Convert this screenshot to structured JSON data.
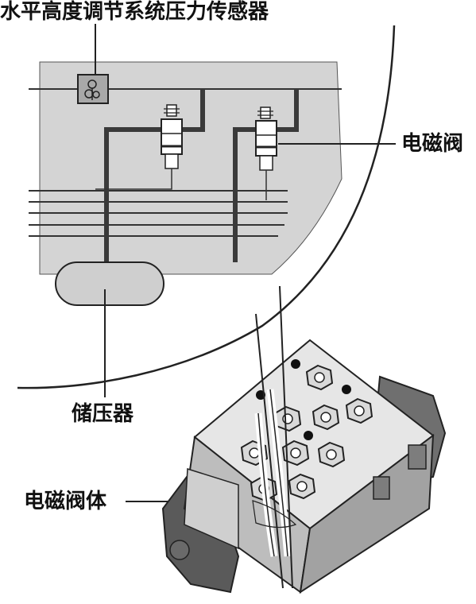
{
  "labels": {
    "pressure_sensor": "水平高度调节系统压力传感器",
    "solenoid_valve": "电磁阀",
    "accumulator": "储压器",
    "valve_block": "电磁阀体"
  },
  "colors": {
    "panel_fill": "#d4d4d4",
    "pipe": "#3a3a3a",
    "line": "#222222",
    "block_light": "#e6e6e6",
    "block_mid": "#bdbdbd",
    "block_dark": "#8a8a8a"
  }
}
